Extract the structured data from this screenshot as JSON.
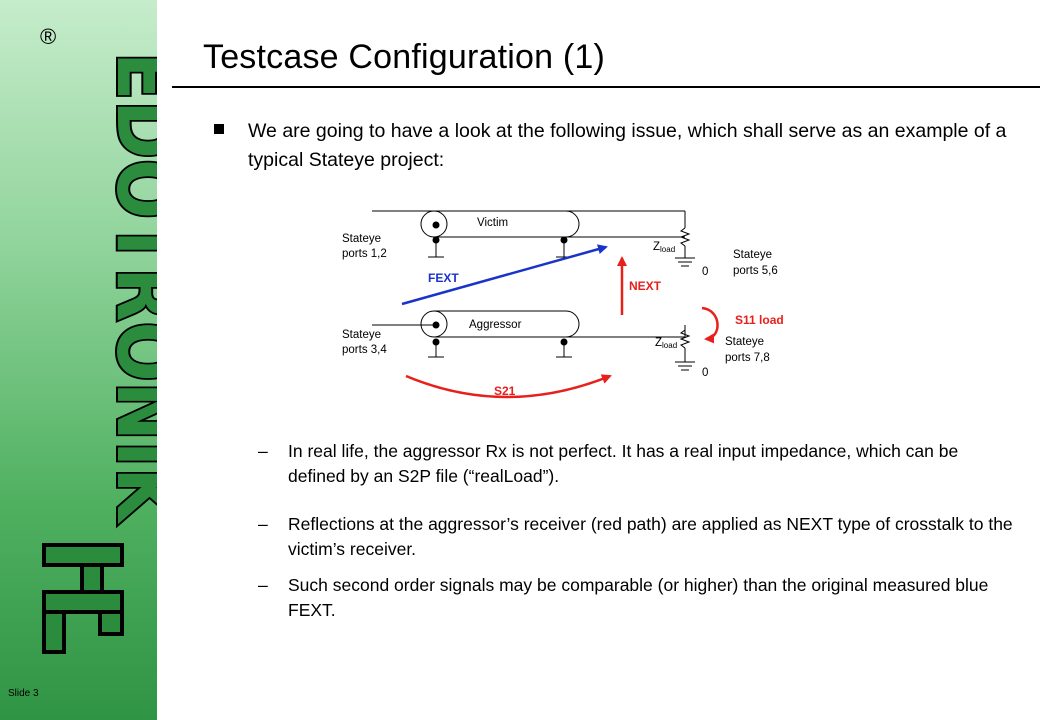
{
  "brand": {
    "name": "EDOTRONIK",
    "registered": "®"
  },
  "slide": {
    "number_label": "Slide 3"
  },
  "title": "Testcase Configuration (1)",
  "intro_bullet": "We are going to have a look at the following issue, which shall serve as an example of a typical Stateye project:",
  "diagram": {
    "victim_label": "Victim",
    "aggressor_label": "Aggressor",
    "ports_1_2": [
      "Stateye",
      "ports 1,2"
    ],
    "ports_3_4": [
      "Stateye",
      "ports 3,4"
    ],
    "ports_5_6": [
      "Stateye",
      "ports 5,6"
    ],
    "ports_7_8": [
      "Stateye",
      "ports 7,8"
    ],
    "z_load_main": "Z",
    "z_load_sub": "load",
    "ground_zero": "0",
    "fext": "FEXT",
    "next": "NEXT",
    "s11_load": "S11 load",
    "s21": "S21",
    "colors": {
      "red_path": "#e8201c",
      "blue_path": "#1a33c8"
    }
  },
  "sub_bullets": [
    "In real life, the aggressor Rx is not perfect. It has a real input impedance, which can be defined by an S2P file (“realLoad”).",
    "Reflections at the aggressor’s receiver (red path)  are applied as NEXT type of crosstalk to the victim’s receiver.",
    "Such second order signals may be comparable (or higher) than the original measured blue FEXT."
  ],
  "dash_glyph": "–"
}
